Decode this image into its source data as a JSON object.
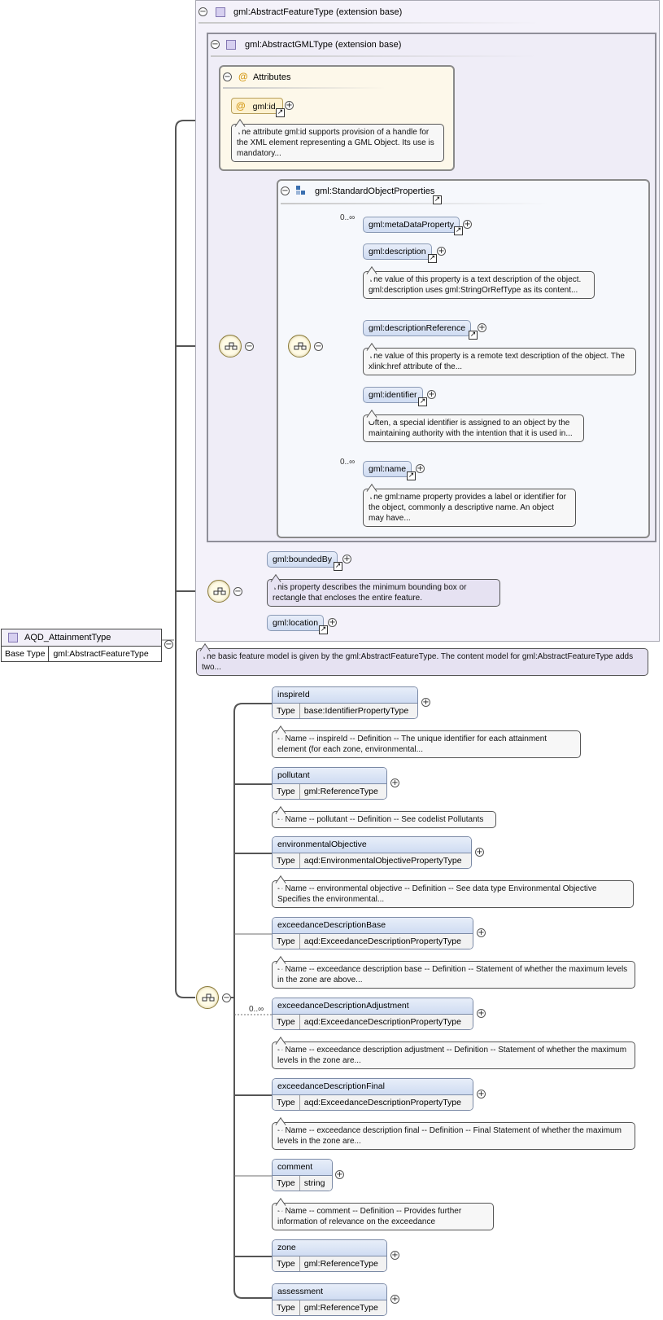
{
  "root": {
    "name": "AQD_AttainmentType",
    "base_type_label": "Base Type",
    "base_type_value": "gml:AbstractFeatureType"
  },
  "ext_feature": {
    "label": "gml:AbstractFeatureType (extension base)",
    "note": "The basic feature model is given by the gml:AbstractFeatureType. The content model for gml:AbstractFeatureType adds two..."
  },
  "ext_gml": {
    "label": "gml:AbstractGMLType (extension base)"
  },
  "attributes": {
    "title": "Attributes",
    "id_name": "gml:id",
    "id_note": "The attribute gml:id supports provision of a handle for the XML element representing a GML Object. Its use is mandatory..."
  },
  "std_props": {
    "title": "gml:StandardObjectProperties",
    "items": [
      {
        "name": "gml:metaDataProperty",
        "mult": "0..∞",
        "note": ""
      },
      {
        "name": "gml:description",
        "mult": "",
        "note": "The value of this property is a text description of the object. gml:description uses gml:StringOrRefType as its content..."
      },
      {
        "name": "gml:descriptionReference",
        "mult": "",
        "note": "The value of this property is a remote text description of the object. The xlink:href attribute of the..."
      },
      {
        "name": "gml:identifier",
        "mult": "",
        "note": "Often, a special identifier is assigned to an object by the maintaining authority with the intention that it is used in..."
      },
      {
        "name": "gml:name",
        "mult": "0..∞",
        "note": "The gml:name property provides a label or identifier for the object, commonly a descriptive name. An object may have..."
      }
    ]
  },
  "bounded": {
    "name": "gml:boundedBy",
    "note": "This property describes the minimum bounding box or rectangle that encloses the entire feature."
  },
  "location": {
    "name": "gml:location"
  },
  "type_label": "Type",
  "elements": [
    {
      "name": "inspireId",
      "type": "base:IdentifierPropertyType",
      "mult": "",
      "note": "-- Name -- inspireId -- Definition -- The unique identifier for each attainment element (for each zone, environmental..."
    },
    {
      "name": "pollutant",
      "type": "gml:ReferenceType",
      "mult": "",
      "note": "-- Name -- pollutant -- Definition -- See codelist Pollutants"
    },
    {
      "name": "environmentalObjective",
      "type": "aqd:EnvironmentalObjectivePropertyType",
      "mult": "",
      "note": "-- Name -- environmental objective -- Definition -- See data type Environmental Objective Specifies the environmental..."
    },
    {
      "name": "exceedanceDescriptionBase",
      "type": "aqd:ExceedanceDescriptionPropertyType",
      "mult": "",
      "note": "-- Name -- exceedance description base -- Definition -- Statement of whether the maximum levels in the zone are above..."
    },
    {
      "name": "exceedanceDescriptionAdjustment",
      "type": "aqd:ExceedanceDescriptionPropertyType",
      "mult": "0..∞",
      "note": "-- Name -- exceedance description adjustment -- Definition -- Statement of whether the maximum levels in the zone are..."
    },
    {
      "name": "exceedanceDescriptionFinal",
      "type": "aqd:ExceedanceDescriptionPropertyType",
      "mult": "",
      "note": "-- Name -- exceedance description final -- Definition -- Final Statement of whether the maximum levels in the zone are..."
    },
    {
      "name": "comment",
      "type": "string",
      "mult": "",
      "note": "-- Name -- comment -- Definition -- Provides further information of relevance on the exceedance"
    },
    {
      "name": "zone",
      "type": "gml:ReferenceType",
      "mult": "",
      "note": ""
    },
    {
      "name": "assessment",
      "type": "gml:ReferenceType",
      "mult": "",
      "note": ""
    }
  ],
  "icons": {
    "collapse": "minus-toggle-icon",
    "expand": "plus-toggle-icon",
    "link": "shortcut-arrow-icon",
    "sequence": "sequence-compositor-icon",
    "complex_type": "complex-type-icon",
    "attribute": "attribute-icon",
    "group": "model-group-icon"
  }
}
